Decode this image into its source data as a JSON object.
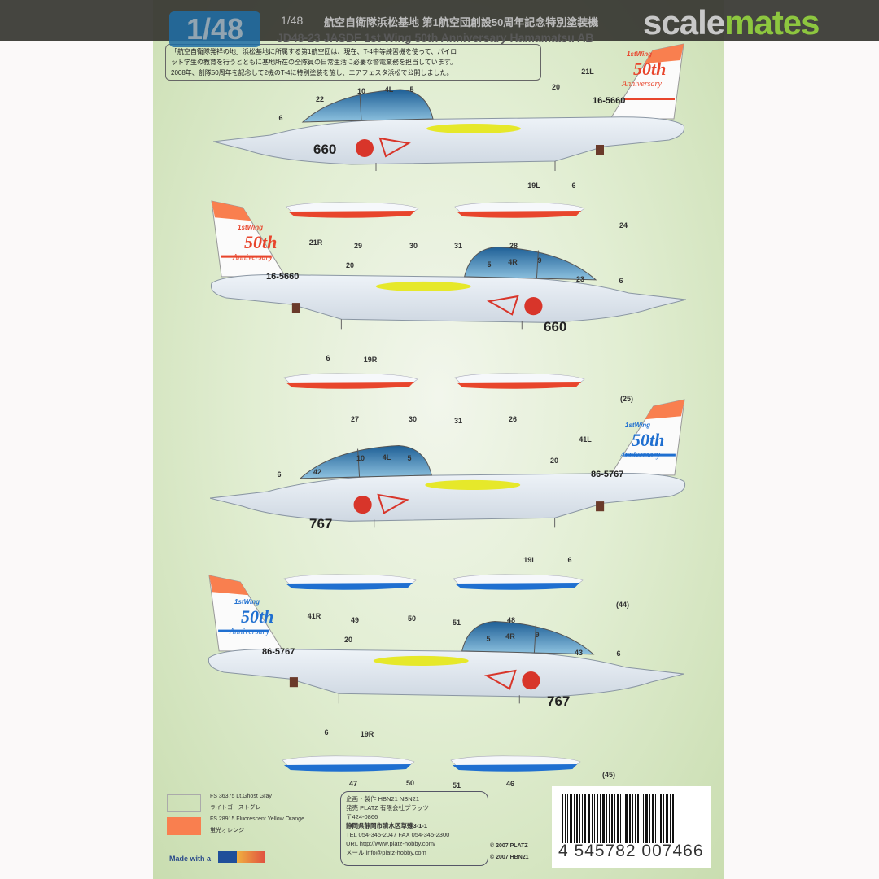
{
  "header": {
    "scale_badge": "1/48",
    "scale_text": "1/48",
    "title_jp": "航空自衛隊浜松基地 第1航空団創設50周年記念特別塗装機",
    "title_en": "JD48-23  JASDF  1st Wing 50th Anniversary Hamamatsu AB",
    "logo_part1": "scale",
    "logo_part2": "mates"
  },
  "description": [
    "「航空自衛隊発祥の地」浜松基地に所属する第1航空団は、現在、T-4中等練習機を使って、パイロ",
    "ット学生の教育を行うとともに基地所在の全隊員の日常生活に必要な警電業務を担当しています。",
    "2008年、創隊50周年を記念して2機のT-4に特別塗装を施し、エアフェスタ浜松で公開しました。"
  ],
  "colors": {
    "sheet_green": "#dceacb",
    "ghost_gray": "#e4ecf4",
    "fluorescent_orange": "#f97f4f",
    "scheme_red": "#e8452c",
    "scheme_blue": "#1f6fd0",
    "canopy": "#2f6f9f",
    "yellow": "#e6e82a"
  },
  "aircraft": [
    {
      "serial": "16-5660",
      "nose_number": "660",
      "tail_text": "50th",
      "tail_sub": "Anniversary",
      "tail_wing": "1stWing",
      "scheme": "red",
      "callouts": [
        "6",
        "22",
        "10",
        "4L",
        "5",
        "20",
        "21L",
        "19L",
        "6"
      ]
    },
    {
      "serial": "16-5660",
      "nose_number": "660",
      "tail_text": "50th",
      "tail_sub": "Anniversary",
      "tail_wing": "1stWing",
      "scheme": "red",
      "callouts": [
        "21R",
        "20",
        "5",
        "4R",
        "9",
        "23",
        "6",
        "6",
        "19R"
      ]
    },
    {
      "serial": "86-5767",
      "nose_number": "767",
      "tail_text": "50th",
      "tail_sub": "Anniversary",
      "tail_wing": "1stWing",
      "scheme": "blue",
      "callouts": [
        "6",
        "42",
        "10",
        "4L",
        "5",
        "20",
        "41L",
        "19L",
        "6"
      ]
    },
    {
      "serial": "86-5767",
      "nose_number": "767",
      "tail_text": "50th",
      "tail_sub": "Anniversary",
      "tail_wing": "1stWing",
      "scheme": "blue",
      "callouts": [
        "41R",
        "20",
        "5",
        "4R",
        "9",
        "43",
        "6",
        "6",
        "19R"
      ]
    }
  ],
  "tank_rows": [
    {
      "scheme": "red",
      "callouts": [
        "29",
        "30",
        "31",
        "28",
        "24"
      ]
    },
    {
      "scheme": "red",
      "callouts": [
        "27",
        "30",
        "31",
        "26",
        "(25)"
      ]
    },
    {
      "scheme": "blue",
      "callouts": [
        "49",
        "50",
        "51",
        "48",
        "(44)"
      ]
    },
    {
      "scheme": "blue",
      "callouts": [
        "47",
        "50",
        "51",
        "46",
        "(45)"
      ]
    }
  ],
  "legend": [
    {
      "fs": "FS 36375 Lt.Ghost Gray",
      "jp": "ライトゴーストグレー",
      "color": "#e4ecf4"
    },
    {
      "fs": "FS 28915 Fluorescent Yellow Orange",
      "jp": "蛍光オレンジ",
      "color": "#f97f4f"
    }
  ],
  "made_with": "Made with a",
  "publisher": {
    "line1": "企画・製作 HBN21 NBN21",
    "line2": "発売 PLATZ 有限会社プラッツ",
    "postal": "〒424-0866",
    "address": "静岡県静岡市清水区草薙3-1-1",
    "tel": "TEL 054-345-2047   FAX 054-345-2300",
    "url": "URL http://www.platz-hobby.com/",
    "mail": "メール   info@platz-hobby.com"
  },
  "copyright": [
    "© 2007 PLATZ",
    "© 2007 HBN21"
  ],
  "barcode": "4 545782 007466"
}
